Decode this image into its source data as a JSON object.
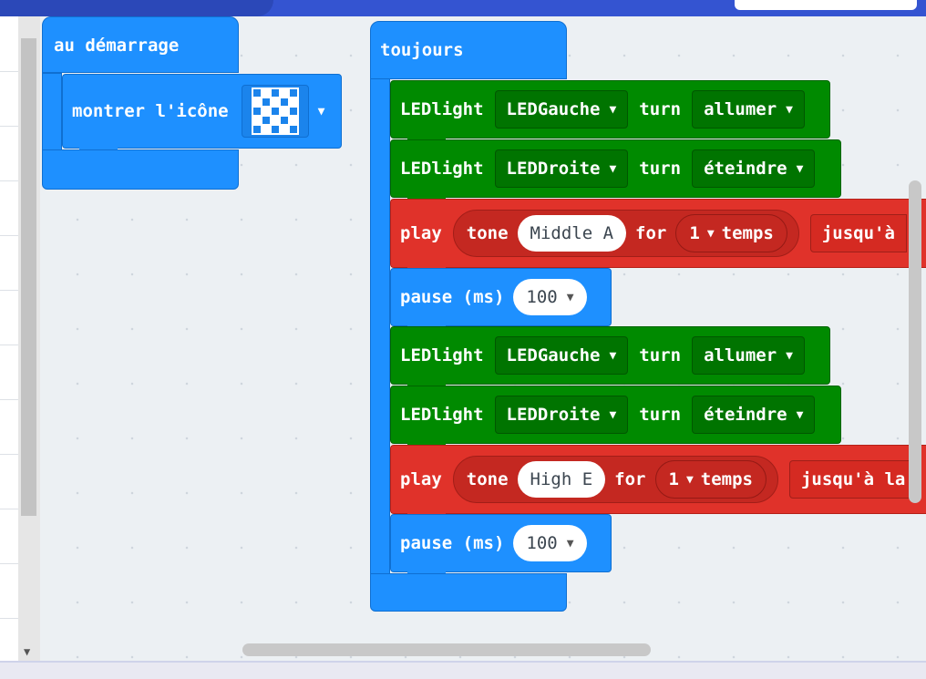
{
  "workspace": {
    "start_block": {
      "label": "au démarrage",
      "show_icon": {
        "label": "montrer l'icône",
        "icon": "checkerboard-icon"
      }
    },
    "forever_block": {
      "label": "toujours",
      "statements": [
        {
          "type": "ledlight",
          "label": "LEDlight",
          "target": "LEDGauche",
          "turn_label": "turn",
          "state": "allumer"
        },
        {
          "type": "ledlight",
          "label": "LEDlight",
          "target": "LEDDroite",
          "turn_label": "turn",
          "state": "éteindre"
        },
        {
          "type": "play",
          "label": "play",
          "tone_label": "tone",
          "note": "Middle A",
          "for_label": "for",
          "beats": "1",
          "beats_unit": "temps",
          "mode": "jusqu'à"
        },
        {
          "type": "pause",
          "label": "pause (ms)",
          "value": "100"
        },
        {
          "type": "ledlight",
          "label": "LEDlight",
          "target": "LEDGauche",
          "turn_label": "turn",
          "state": "allumer"
        },
        {
          "type": "ledlight",
          "label": "LEDlight",
          "target": "LEDDroite",
          "turn_label": "turn",
          "state": "éteindre"
        },
        {
          "type": "play",
          "label": "play",
          "tone_label": "tone",
          "note": "High E",
          "for_label": "for",
          "beats": "1",
          "beats_unit": "temps",
          "mode": "jusqu'à la"
        },
        {
          "type": "pause",
          "label": "pause (ms)",
          "value": "100"
        }
      ]
    }
  },
  "colors": {
    "loops_blue": "#1e90ff",
    "led_green": "#008a00",
    "music_red": "#e0322a",
    "header_blue": "#3454d1"
  }
}
